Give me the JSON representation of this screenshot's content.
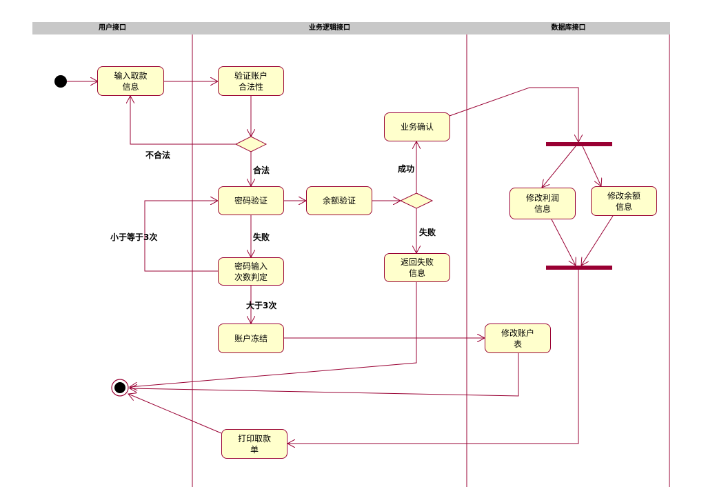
{
  "lanes": {
    "user": "用户接口",
    "business": "业务逻辑接口",
    "database": "数据库接口"
  },
  "activities": {
    "input_withdraw": "输入取款\n信息",
    "verify_account": "验证账户\n合法性",
    "verify_password": "密码验证",
    "verify_balance": "余额验证",
    "password_count_check": "密码输入\n次数判定",
    "freeze_account": "账户冻结",
    "business_confirm": "业务确认",
    "return_failure": "返回失败\n信息",
    "modify_interest": "修改利润\n信息",
    "modify_balance": "修改余额\n信息",
    "modify_account_table": "修改账户\n表",
    "print_receipt": "打印取款\n单"
  },
  "guards": {
    "invalid": "不合法",
    "valid": "合法",
    "fail_password": "失败",
    "lte_3": "小于等于3次",
    "gt_3": "大于3次",
    "success": "成功",
    "fail_balance": "失败"
  },
  "colors": {
    "edge": "#990033",
    "node_fill": "#ffffcc",
    "node_border": "#990033",
    "fork_bar": "#990033",
    "lane_header_bg": "#c8c8c8",
    "lane_line": "#990033"
  }
}
